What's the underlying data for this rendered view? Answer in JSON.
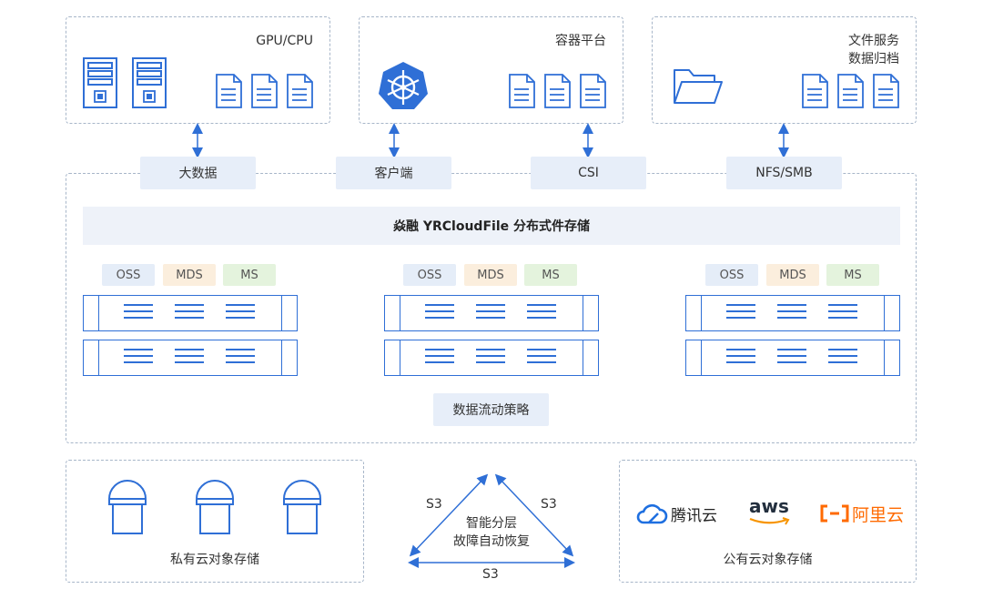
{
  "top_boxes": [
    {
      "label_lines": [
        "GPU/CPU"
      ]
    },
    {
      "label_lines": [
        "容器平台"
      ]
    },
    {
      "label_lines": [
        "文件服务",
        "数据归档"
      ]
    }
  ],
  "protocols": [
    "大数据",
    "客户端",
    "CSI",
    "NFS/SMB"
  ],
  "core_title": "焱融 YRCloudFile 分布式件存储",
  "node_tags": [
    "OSS",
    "MDS",
    "MS"
  ],
  "policy_label": "数据流动策略",
  "private_storage_label": "私有云对象存储",
  "tiering": {
    "lines": [
      "智能分层",
      "故障自动恢复"
    ],
    "edge_labels": {
      "left": "S3",
      "right": "S3",
      "bottom": "S3"
    }
  },
  "public_storage": {
    "label": "公有云对象存储",
    "providers": [
      "腾讯云",
      "aws",
      "阿里云"
    ]
  },
  "colors": {
    "accent": "#2f6fd6",
    "dash": "#a7b6c9",
    "aliyun": "#ff6a00",
    "aws_smile": "#f79400",
    "tencent": "#1e6fe0"
  }
}
